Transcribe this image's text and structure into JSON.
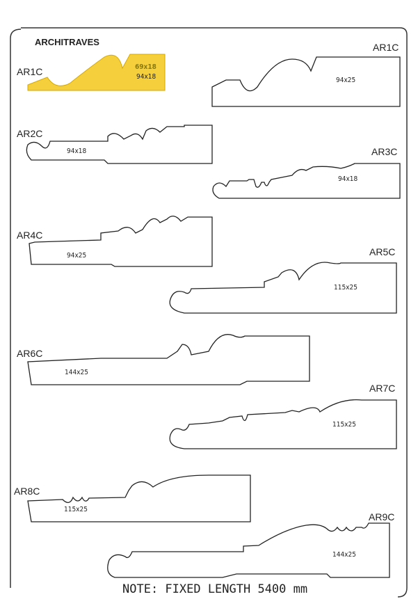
{
  "title": "ARCHITRAVES",
  "note": "NOTE: FIXED LENGTH 5400 mm",
  "highlight_color": "#f5cf3c",
  "profiles": [
    {
      "code": "AR1C",
      "size": "94x18",
      "alt_size": "69x18"
    },
    {
      "code": "AR1C",
      "size": "94x25"
    },
    {
      "code": "AR2C",
      "size": "94x18"
    },
    {
      "code": "AR3C",
      "size": "94x18"
    },
    {
      "code": "AR4C",
      "size": "94x25"
    },
    {
      "code": "AR5C",
      "size": "115x25"
    },
    {
      "code": "AR6C",
      "size": "144x25"
    },
    {
      "code": "AR7C",
      "size": "115x25"
    },
    {
      "code": "AR8C",
      "size": "115x25"
    },
    {
      "code": "AR9C",
      "size": "144x25"
    }
  ]
}
